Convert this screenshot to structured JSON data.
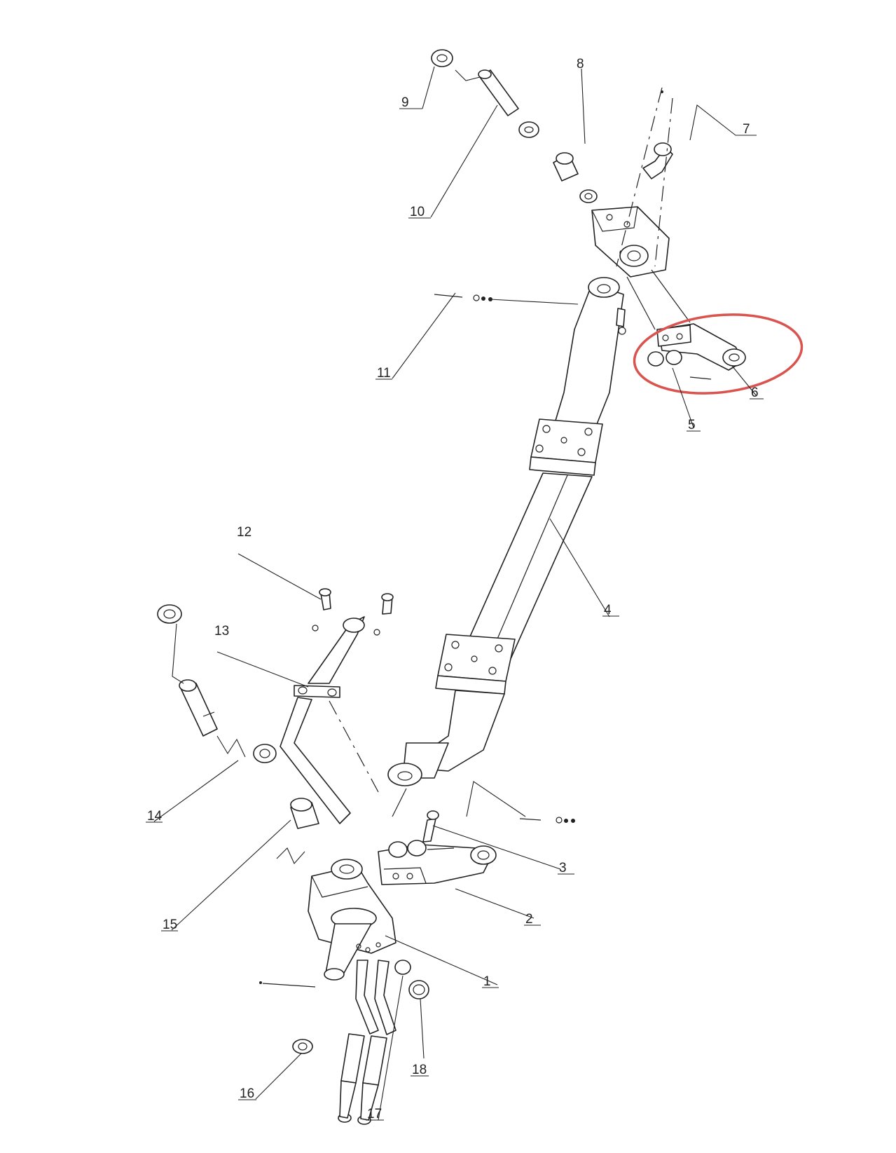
{
  "diagram": {
    "callouts": [
      {
        "id": "c1",
        "label": "1"
      },
      {
        "id": "c2",
        "label": "2"
      },
      {
        "id": "c3",
        "label": "3"
      },
      {
        "id": "c4",
        "label": "4"
      },
      {
        "id": "c5",
        "label": "5"
      },
      {
        "id": "c6",
        "label": "6"
      },
      {
        "id": "c7",
        "label": "7"
      },
      {
        "id": "c8",
        "label": "8"
      },
      {
        "id": "c9",
        "label": "9"
      },
      {
        "id": "c10",
        "label": "10"
      },
      {
        "id": "c11",
        "label": "11"
      },
      {
        "id": "c12",
        "label": "12"
      },
      {
        "id": "c13",
        "label": "13"
      },
      {
        "id": "c14",
        "label": "14"
      },
      {
        "id": "c15",
        "label": "15"
      },
      {
        "id": "c16",
        "label": "16"
      },
      {
        "id": "c17",
        "label": "17"
      },
      {
        "id": "c18",
        "label": "18"
      }
    ],
    "highlight_color": "#d9534f"
  }
}
